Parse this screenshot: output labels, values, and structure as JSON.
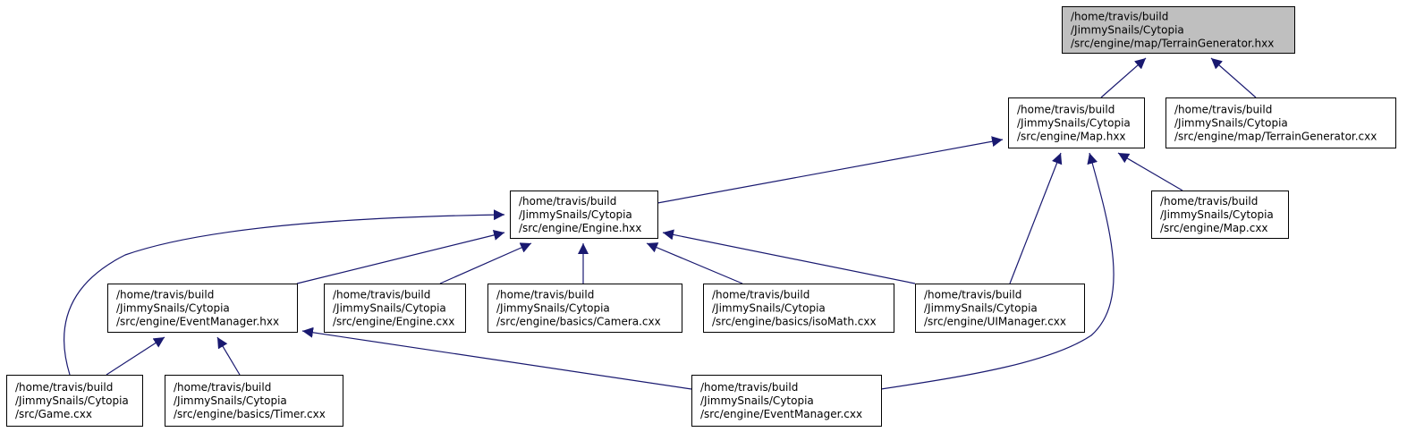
{
  "colors": {
    "edge": "#191970",
    "node_border": "#000000",
    "node_fill": "#ffffff",
    "root_fill": "#bfbfbf"
  },
  "nodes": [
    {
      "id": "terrain_gen_hxx",
      "lines": [
        "/home/travis/build",
        "/JimmySnails/Cytopia",
        "/src/engine/map/TerrainGenerator.hxx"
      ],
      "highlighted": true
    },
    {
      "id": "map_hxx",
      "lines": [
        "/home/travis/build",
        "/JimmySnails/Cytopia",
        "/src/engine/Map.hxx"
      ]
    },
    {
      "id": "terrain_gen_cxx",
      "lines": [
        "/home/travis/build",
        "/JimmySnails/Cytopia",
        "/src/engine/map/TerrainGenerator.cxx"
      ]
    },
    {
      "id": "engine_hxx",
      "lines": [
        "/home/travis/build",
        "/JimmySnails/Cytopia",
        "/src/engine/Engine.hxx"
      ]
    },
    {
      "id": "map_cxx",
      "lines": [
        "/home/travis/build",
        "/JimmySnails/Cytopia",
        "/src/engine/Map.cxx"
      ]
    },
    {
      "id": "event_manager_hxx",
      "lines": [
        "/home/travis/build",
        "/JimmySnails/Cytopia",
        "/src/engine/EventManager.hxx"
      ]
    },
    {
      "id": "engine_cxx",
      "lines": [
        "/home/travis/build",
        "/JimmySnails/Cytopia",
        "/src/engine/Engine.cxx"
      ]
    },
    {
      "id": "camera_cxx",
      "lines": [
        "/home/travis/build",
        "/JimmySnails/Cytopia",
        "/src/engine/basics/Camera.cxx"
      ]
    },
    {
      "id": "isomath_cxx",
      "lines": [
        "/home/travis/build",
        "/JimmySnails/Cytopia",
        "/src/engine/basics/isoMath.cxx"
      ]
    },
    {
      "id": "ui_manager_cxx",
      "lines": [
        "/home/travis/build",
        "/JimmySnails/Cytopia",
        "/src/engine/UIManager.cxx"
      ]
    },
    {
      "id": "game_cxx",
      "lines": [
        "/home/travis/build",
        "/JimmySnails/Cytopia",
        "/src/Game.cxx"
      ]
    },
    {
      "id": "timer_cxx",
      "lines": [
        "/home/travis/build",
        "/JimmySnails/Cytopia",
        "/src/engine/basics/Timer.cxx"
      ]
    },
    {
      "id": "event_manager_cxx",
      "lines": [
        "/home/travis/build",
        "/JimmySnails/Cytopia",
        "/src/engine/EventManager.cxx"
      ]
    }
  ],
  "edges": [
    {
      "from": "map_hxx",
      "to": "terrain_gen_hxx"
    },
    {
      "from": "terrain_gen_cxx",
      "to": "terrain_gen_hxx"
    },
    {
      "from": "engine_hxx",
      "to": "map_hxx"
    },
    {
      "from": "map_cxx",
      "to": "map_hxx"
    },
    {
      "from": "ui_manager_cxx",
      "to": "map_hxx"
    },
    {
      "from": "event_manager_cxx",
      "to": "map_hxx"
    },
    {
      "from": "game_cxx",
      "to": "engine_hxx"
    },
    {
      "from": "event_manager_hxx",
      "to": "engine_hxx"
    },
    {
      "from": "engine_cxx",
      "to": "engine_hxx"
    },
    {
      "from": "camera_cxx",
      "to": "engine_hxx"
    },
    {
      "from": "isomath_cxx",
      "to": "engine_hxx"
    },
    {
      "from": "ui_manager_cxx",
      "to": "engine_hxx"
    },
    {
      "from": "game_cxx",
      "to": "event_manager_hxx"
    },
    {
      "from": "timer_cxx",
      "to": "event_manager_hxx"
    },
    {
      "from": "event_manager_cxx",
      "to": "event_manager_hxx"
    }
  ]
}
